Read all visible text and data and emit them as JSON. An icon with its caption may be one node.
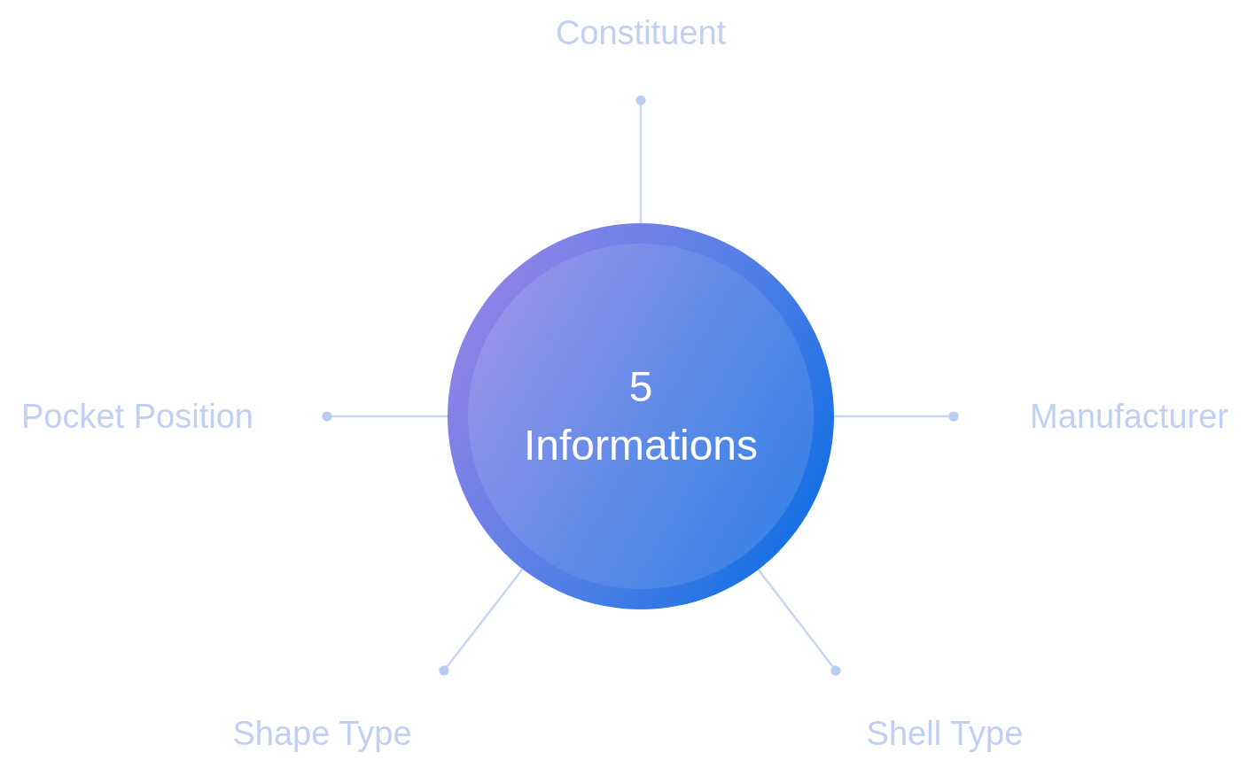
{
  "diagram": {
    "nodes": [
      {
        "text": [
          "5",
          "Informations"
        ]
      },
      {
        "text": [
          "Constituent"
        ]
      },
      {
        "text": [
          "Pocket Position"
        ]
      },
      {
        "text": [
          "Manufacturer"
        ]
      },
      {
        "text": [
          "Shape Type"
        ]
      },
      {
        "text": [
          "Shell Type"
        ]
      }
    ],
    "edges": [
      {
        "from": 0,
        "to": 1,
        "arrow": "other"
      },
      {
        "from": 0,
        "to": 2,
        "arrow": "other"
      },
      {
        "from": 0,
        "to": 3,
        "arrow": "other"
      },
      {
        "from": 0,
        "to": 4,
        "arrow": "other"
      },
      {
        "from": 0,
        "to": 5,
        "arrow": "other"
      }
    ]
  }
}
